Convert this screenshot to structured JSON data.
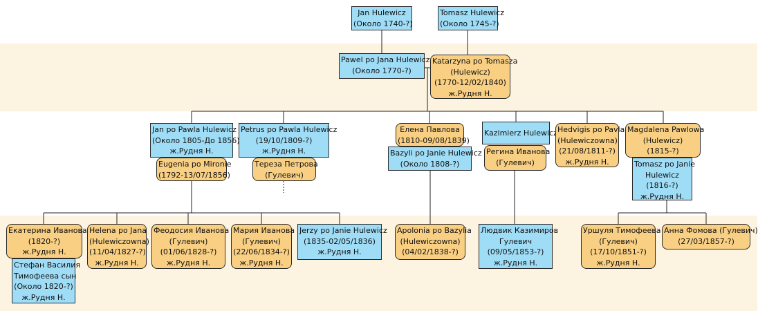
{
  "colors": {
    "male": "#9fdcf6",
    "female": "#f8cf83",
    "band": "#fdf3e1",
    "line": "#222222"
  },
  "people": {
    "jan_hulewicz": [
      "Jan Hulewicz",
      "(Около 1740-?)"
    ],
    "tomasz_hulewicz": [
      "Tomasz Hulewicz",
      "(Около 1745-?)"
    ],
    "pawel": [
      "Pawel po Jana Hulewicz",
      "(Около 1770-?)"
    ],
    "katarzyna": [
      "Katarzyna po Tomasza",
      "(Hulewicz)",
      "(1770-12/02/1840)",
      "ж.Рудня Н."
    ],
    "jan_po_pawla": [
      "Jan po Pawla Hulewicz",
      "(Около 1805-До 1856)",
      "ж.Рудня Н."
    ],
    "eugenia": [
      "Eugenia po Mironie",
      "(1792-13/07/1856)"
    ],
    "petrus": [
      "Petrus po Pawla Hulewicz",
      "(19/10/1809-?)",
      "ж.Рудня Н."
    ],
    "tereza": [
      "Тереза Петрова",
      "(Гулевич)"
    ],
    "elena": [
      "Елена Павлова",
      "(1810-09/08/1839)"
    ],
    "bazyli": [
      "Bazyli po Janie Hulewicz",
      "(Около 1808-?)"
    ],
    "kazimierz": [
      "Kazimierz Hulewicz"
    ],
    "regina": [
      "Регина Иванова",
      "(Гулевич)"
    ],
    "hedvigis": [
      "Hedvigis po Pavla",
      "(Hulewiczowna)",
      "(21/08/1811-?)",
      "ж.Рудня Н."
    ],
    "magdalena": [
      "Magdalena Pawlowa",
      "(Hulewicz)",
      "(1815-?)"
    ],
    "tomasz_po_janie": [
      "Tomasz po Janie",
      "Hulewicz",
      "(1816-?)",
      "ж.Рудня Н."
    ],
    "ekaterina": [
      "Екатерина Иванова",
      "(1820-?)",
      "ж.Рудня Н."
    ],
    "stefan": [
      "Стефан Василия",
      "Тимофеева сын",
      "(Около 1820-?)",
      "ж.Рудня Н."
    ],
    "helena": [
      "Helena po Jana",
      "(Hulewiczowna)",
      "(11/04/1827-?)",
      "ж.Рудня Н."
    ],
    "feodosia": [
      "Феодосия Иванова",
      "(Гулевич)",
      "(01/06/1828-?)",
      "ж.Рудня Н."
    ],
    "maria": [
      "Мария Иванова",
      "(Гулевич)",
      "(22/06/1834-?)",
      "ж.Рудня Н."
    ],
    "jerzy": [
      "Jerzy po Janie Hulewicz",
      "(1835-02/05/1836)",
      "ж.Рудня Н."
    ],
    "apolonia": [
      "Apolonia po Bazylia",
      "(Hulewiczowna)",
      "(04/02/1838-?)"
    ],
    "ludvik": [
      "Людвик Казимиров",
      "Гулевич",
      "(09/05/1853-?)",
      "ж.Рудня Н."
    ],
    "urshulya": [
      "Уршуля Тимофеева",
      "(Гулевич)",
      "(17/10/1851-?)",
      "ж.Рудня Н."
    ],
    "anna": [
      "Анна Фомова (Гулевич)",
      "(27/03/1857-?)"
    ]
  }
}
